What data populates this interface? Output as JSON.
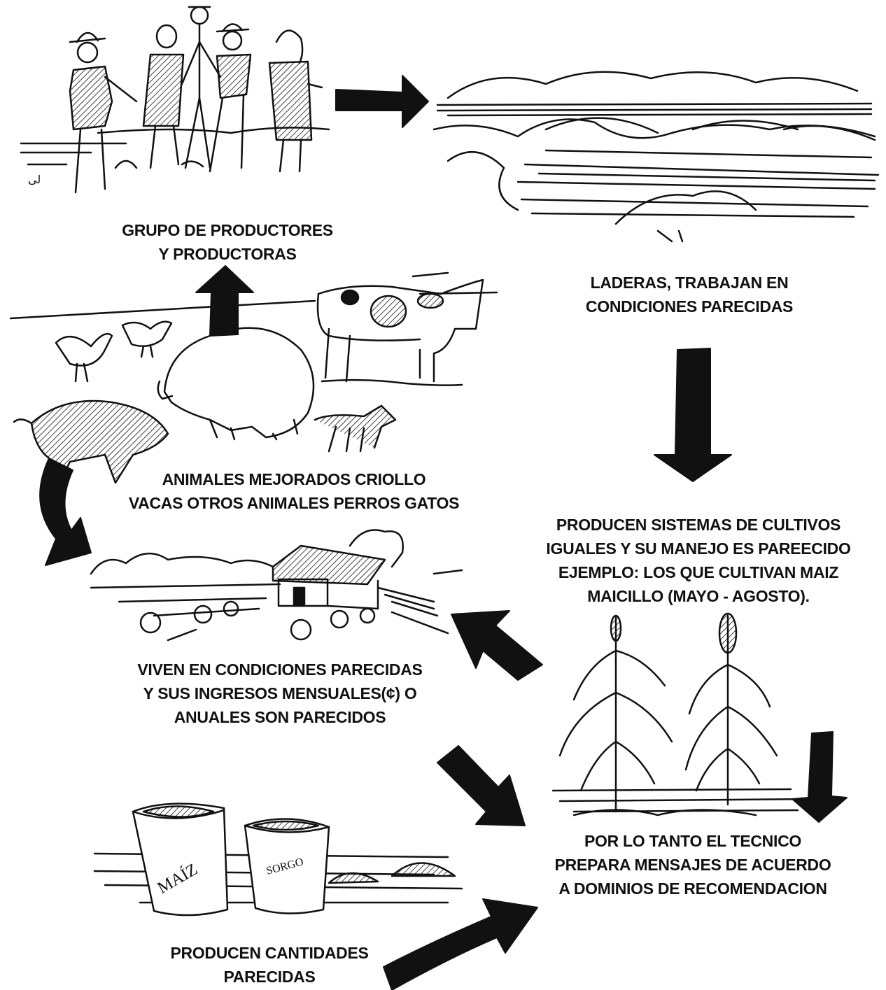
{
  "labels": {
    "grupo": [
      "GRUPO DE PRODUCTORES",
      "Y PRODUCTORAS"
    ],
    "laderas": [
      "LADERAS, TRABAJAN EN",
      "CONDICIONES PARECIDAS"
    ],
    "animales": [
      "ANIMALES MEJORADOS CRIOLLO",
      "VACAS OTROS ANIMALES PERROS GATOS"
    ],
    "sistemas": [
      "PRODUCEN SISTEMAS DE CULTIVOS",
      "IGUALES Y SU MANEJO ES PAREECIDO",
      "EJEMPLO: LOS QUE CULTIVAN MAIZ",
      "MAICILLO (MAYO - AGOSTO)."
    ],
    "viven": [
      "VIVEN EN CONDICIONES PARECIDAS",
      "Y SUS INGRESOS MENSUALES(¢) O",
      "ANUALES SON PARECIDOS"
    ],
    "tecnico": [
      "POR LO TANTO EL TECNICO",
      "PREPARA MENSAJES DE ACUERDO",
      "A DOMINIOS DE RECOMENDACION"
    ],
    "cantidades": [
      "PRODUCEN CANTIDADES",
      "PARECIDAS"
    ]
  },
  "sack_labels": {
    "maiz": "MAÍZ",
    "sorgo": "SORGO"
  },
  "colors": {
    "ink": "#111111",
    "paper": "#ffffff"
  }
}
